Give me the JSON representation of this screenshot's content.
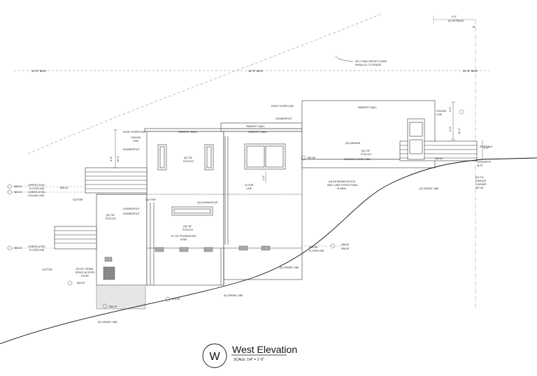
{
  "title_block": {
    "letter": "W",
    "title": "West Elevation",
    "scale_label": "SCALE: 1/4\" = 1'-0\""
  },
  "height_plane": {
    "max_label_left": "12'-0\" MAX",
    "max_label_mid": "12'-0\" MAX",
    "max_label_right": "12'-0\" MAX",
    "note_line1": "28'-0\" MAX HEIGHT PLANE",
    "note_line2": "PARALLEL TO GRADE",
    "setback_dim": "5'-0\"",
    "setback_label": "(E) SETBACK",
    "pl_label": "PL"
  },
  "labels": {
    "roof_overflow": "ROOF OVERFLOW",
    "parapet_wall_1": "PARAPET WALL",
    "parapet_wall_2": "PARAPET WALL",
    "parapet_wall_3": "PARAPET WALL",
    "parapet_wall_4": "PARAPET WALL",
    "downspout_1": "DOWNSPOUT",
    "downspout_2": "DOWNSPOUT",
    "downspout_3": "DOWNSPOUT",
    "downspout_4": "DOWNSPOUT",
    "downspout_5": "(N) DOWNSPOUT",
    "ceiling_line_1": "CEILING",
    "ceiling_line_1b": "LINE",
    "ceiling_line_2": "CEILING",
    "ceiling_line_2b": "LINE",
    "garage": "(N) GARAGE",
    "stucco_1": "(N) 7/8\"",
    "stucco_1b": "STUCCO",
    "stucco_2": "(N) 7/8\"",
    "stucco_2b": "STUCCO",
    "stucco_3": "(N) 7/8\"",
    "stucco_3b": "STUCCO",
    "stucco_4": "(N) 7/8\"",
    "stucco_4b": "STUCCO",
    "garage_floor_line": "GARAGE FLOOR LINE",
    "floor_line": "FLOOR",
    "floor_line_b": "LINE",
    "retaining_1": "(N) RETAINING BLOCK",
    "retaining_2": "WALL (SEE STRUCTURAL",
    "retaining_3": "PLANS)",
    "upper_floor_1": "UPPER LEVEL",
    "upper_floor_2": "FLOOR LINE",
    "upper_ceiling_1": "LOWER LEVEL",
    "upper_ceiling_2": "CEILING LINE",
    "lower_floor_1": "LOWER LEVEL",
    "lower_floor_2": "FLOOR LINE",
    "gutter_1": "GUTTER",
    "gutter_2": "GUTTER",
    "gutter_3": "GUTTER",
    "foundation_1": "14\"-18\" FOUNDATION",
    "foundation_2": "VENT",
    "crawl_1": "18\"x24\" CRAWL",
    "crawl_2": "SPACE ACCESS",
    "crawl_3": "DOOR",
    "grade_line_1": "(E) GRADE LINE",
    "grade_line_2": "(E) GRADE LINE",
    "grade_line_3": "(E) GRADE LINE",
    "grade_line_4": "(E) GRADE LINE",
    "sidewalk": "SIDEWALK",
    "curb_1": "STR.BUFFE",
    "curb_2": "@ PL",
    "garage_corner_1": "(E) F.G.",
    "garage_corner_2": "GARAGE",
    "garage_corner_3": "CORNER",
    "garage_corner_4": "567.36",
    "floor_line_2a": "FLOOR",
    "floor_line_2b": "FLOOR LINE"
  },
  "elevations": {
    "e1": "568.00'",
    "e2": "565.00'",
    "e3": "565.00'",
    "e4": "556.00'",
    "e5": "558.00'",
    "e6": "556.00'",
    "e7": "560.00'",
    "e8": "556.20'",
    "e9": "567.82'",
    "e10": "573.00'",
    "e11": "584.00'"
  },
  "dims": {
    "d1": "8'-6\"",
    "d2": "9'-0\"",
    "d3": "8'-0\"",
    "d4": "1'-0\"",
    "d5": "11'-0\"",
    "d6": "8'-0\"",
    "d7": "10'-0\""
  }
}
